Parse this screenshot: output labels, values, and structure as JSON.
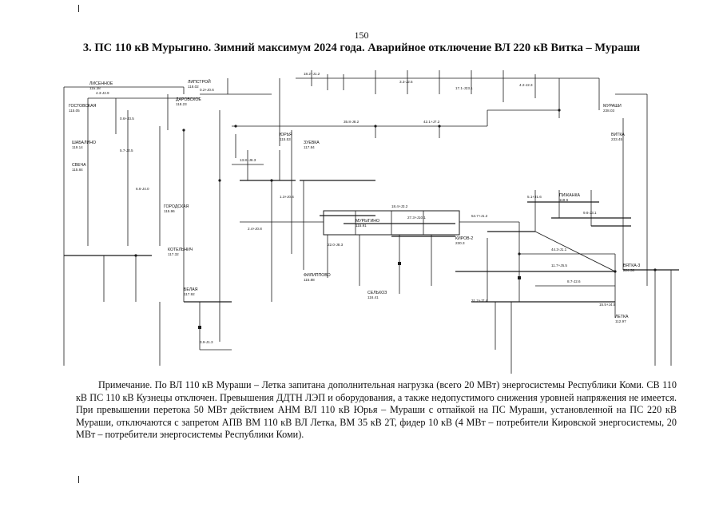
{
  "page_number": "150",
  "title": "3. ПС 110 кВ Мурыгино. Зимний максимум 2024 года. Аварийное отключение ВЛ 220 кВ Витка – Мураши",
  "note": "Примечание. По ВЛ 110 кВ Мураши – Летка запитана дополнительная нагрузка (всего 20 МВт) энергосистемы Республики Коми. СВ 110 кВ ПС 110 кВ Кузнецы отключен. Превышения ДДТН ЛЭП и оборудования, а также недопустимого снижения уровней напряжения не имеется. При превышении перетока 50 МВт действием АНМ ВЛ 110 кВ Юрья – Мураши с отпайкой на ПС Мураши, установленной на ПС 220 кВ Мураши, отключаются с запретом АПВ ВМ 110 кВ ВЛ Летка, ВМ 35 кВ 2Т, фидер 10 кВ (4 МВт – потребители Кировской энергосистемы, 20 МВт – потребители энергосистемы Республики Коми).",
  "diagram": {
    "nodes": [
      {
        "id": "n1",
        "name": "ГОСТОВСКАЯ",
        "v": "115.05"
      },
      {
        "id": "n2",
        "name": "ЛИСЕННОЕ",
        "v": "115.38"
      },
      {
        "id": "n3",
        "name": "ЛИПСТРОЙ",
        "v": "118.02"
      },
      {
        "id": "n4",
        "name": "ДАРОВСКОЕ",
        "v": "118.23"
      },
      {
        "id": "n5",
        "name": "ШАБАЛИНО",
        "v": "119.14"
      },
      {
        "id": "n6",
        "name": "СВЕЧА",
        "v": "115.84"
      },
      {
        "id": "n7",
        "name": "ГОРОДСКАЯ",
        "v": "115.96"
      },
      {
        "id": "n8",
        "name": "КОТЕЛЬНИЧ",
        "v": "117.32"
      },
      {
        "id": "n9",
        "name": "ЮРЬЯ",
        "v": "115.53"
      },
      {
        "id": "n10",
        "name": "МУРЫГИНО",
        "v": "115.91"
      },
      {
        "id": "n11",
        "name": "КИРОВ-2",
        "v": "230.3"
      },
      {
        "id": "n12",
        "name": "ВЯТКА-3",
        "v": "224.38"
      },
      {
        "id": "n13",
        "name": "МУРАШИ",
        "v": "238.03"
      },
      {
        "id": "n14",
        "name": "ВИТКА",
        "v": "233.45"
      },
      {
        "id": "n15",
        "name": "БЕЛАЯ",
        "v": "117.92"
      },
      {
        "id": "n16",
        "name": "ФИЛИППОВО",
        "v": "115.88"
      },
      {
        "id": "n17",
        "name": "ЛЕТКА",
        "v": "112.97"
      },
      {
        "id": "n18",
        "name": "ЗУЕВКА",
        "v": "117.84"
      },
      {
        "id": "n19",
        "name": "ПИЖАНКА",
        "v": "118.6"
      },
      {
        "id": "n20",
        "name": "СЕЛЬХОЗ",
        "v": "116.41"
      }
    ],
    "flows": [
      "4.3-J2.9",
      "0.2+J0.6",
      "18.2+J1.2",
      "3.3-J2.5",
      "17.1-J23.1",
      "4.2-J2.3",
      "35.8-J8.2",
      "42.1+J7.2",
      "0.6+J3.5",
      "5.7-J0.5",
      "6.6-J4.0",
      "13.8+J6.3",
      "18.4+J3.2",
      "27.3+J10.1",
      "54.7+J1.2",
      "3.9-J1.3",
      "44.3-J1.1",
      "11.7+J5.5",
      "8.7-J2.6",
      "2.4+J0.8",
      "1.3+J0.4",
      "22.0-J8.3",
      "5.1+J1.6",
      "9.6-J3.1",
      "31.2+J7.4",
      "15.5+J4.5"
    ]
  }
}
